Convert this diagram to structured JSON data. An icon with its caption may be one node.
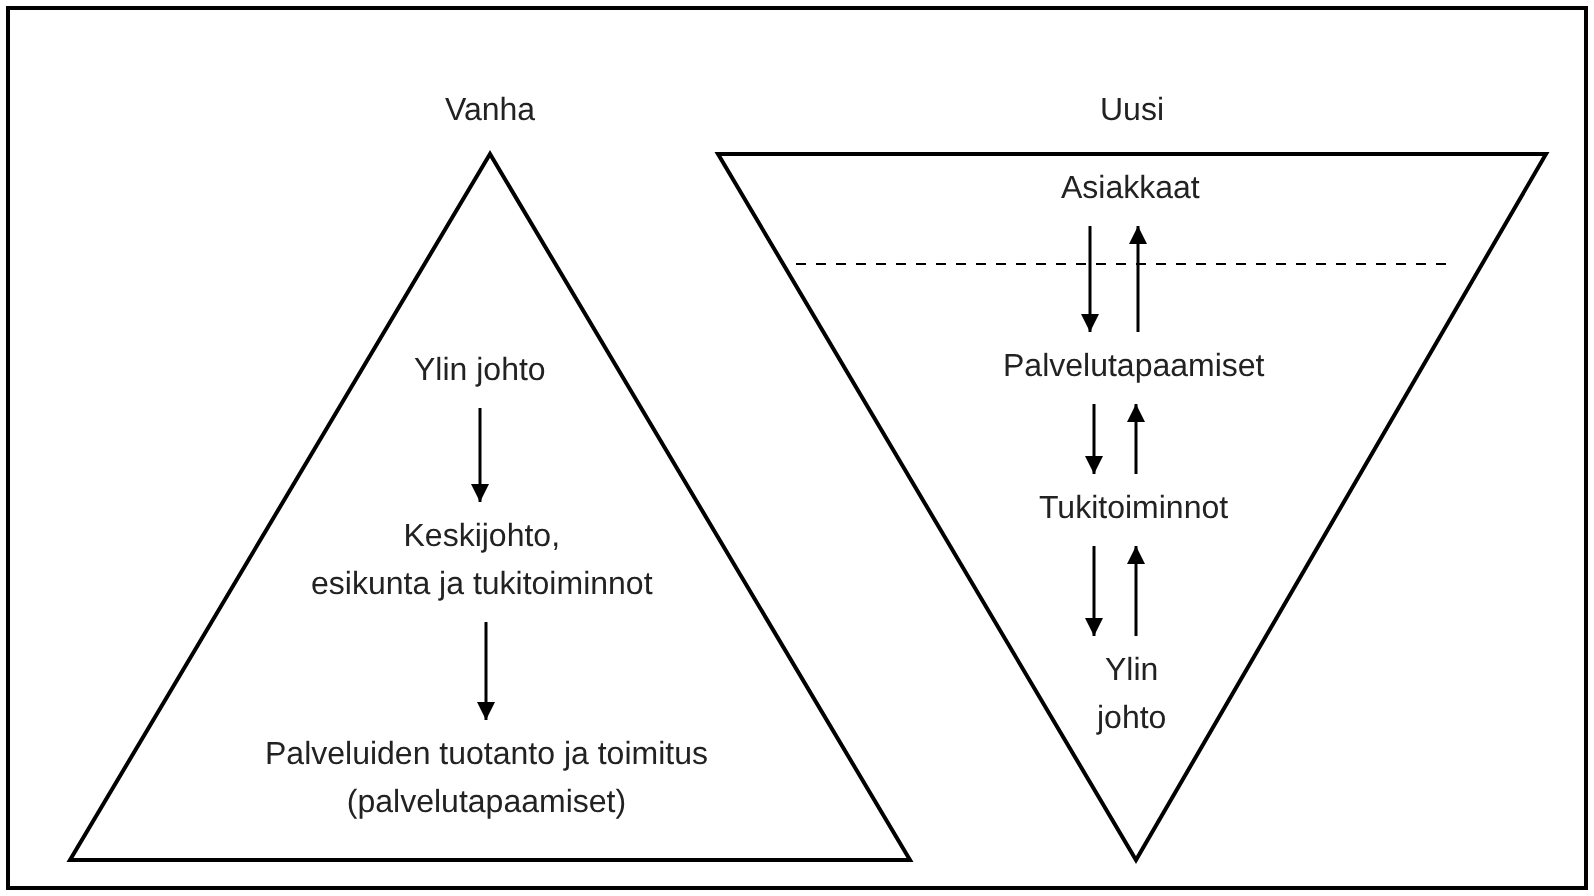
{
  "diagram": {
    "nodes": [
      {
        "text": [
          "Vanha"
        ]
      },
      {
        "text": [
          "Ylin johto"
        ],
        "in": 0
      },
      {
        "text": [
          "Keskijohto, esikunta ja tukitoiminnot"
        ],
        "in": 0
      },
      {
        "text": [
          "Palveluiden tuotanto ja toimitus (palvelutapaamiset)"
        ],
        "in": 0
      },
      {
        "text": [
          "Uusi"
        ]
      },
      {
        "text": [
          "Asiakkaat"
        ],
        "in": 4
      },
      {
        "text": [
          "Palvelutapaamiset"
        ],
        "in": 4
      },
      {
        "text": [
          "Tukitoiminnot"
        ],
        "in": 4
      },
      {
        "text": [
          "Ylin johto"
        ],
        "in": 4
      }
    ],
    "edges": [
      {
        "from": 1,
        "to": 2,
        "arrow": "to"
      },
      {
        "from": 2,
        "to": 3,
        "arrow": "to"
      },
      {
        "from": 5,
        "to": 6,
        "arrow": "to"
      },
      {
        "from": 6,
        "to": 5,
        "arrow": "to"
      },
      {
        "from": 6,
        "to": 7,
        "arrow": "to"
      },
      {
        "from": 7,
        "to": 6,
        "arrow": "to"
      },
      {
        "from": 7,
        "to": 8,
        "arrow": "to"
      },
      {
        "from": 8,
        "to": 7,
        "arrow": "to"
      }
    ]
  }
}
